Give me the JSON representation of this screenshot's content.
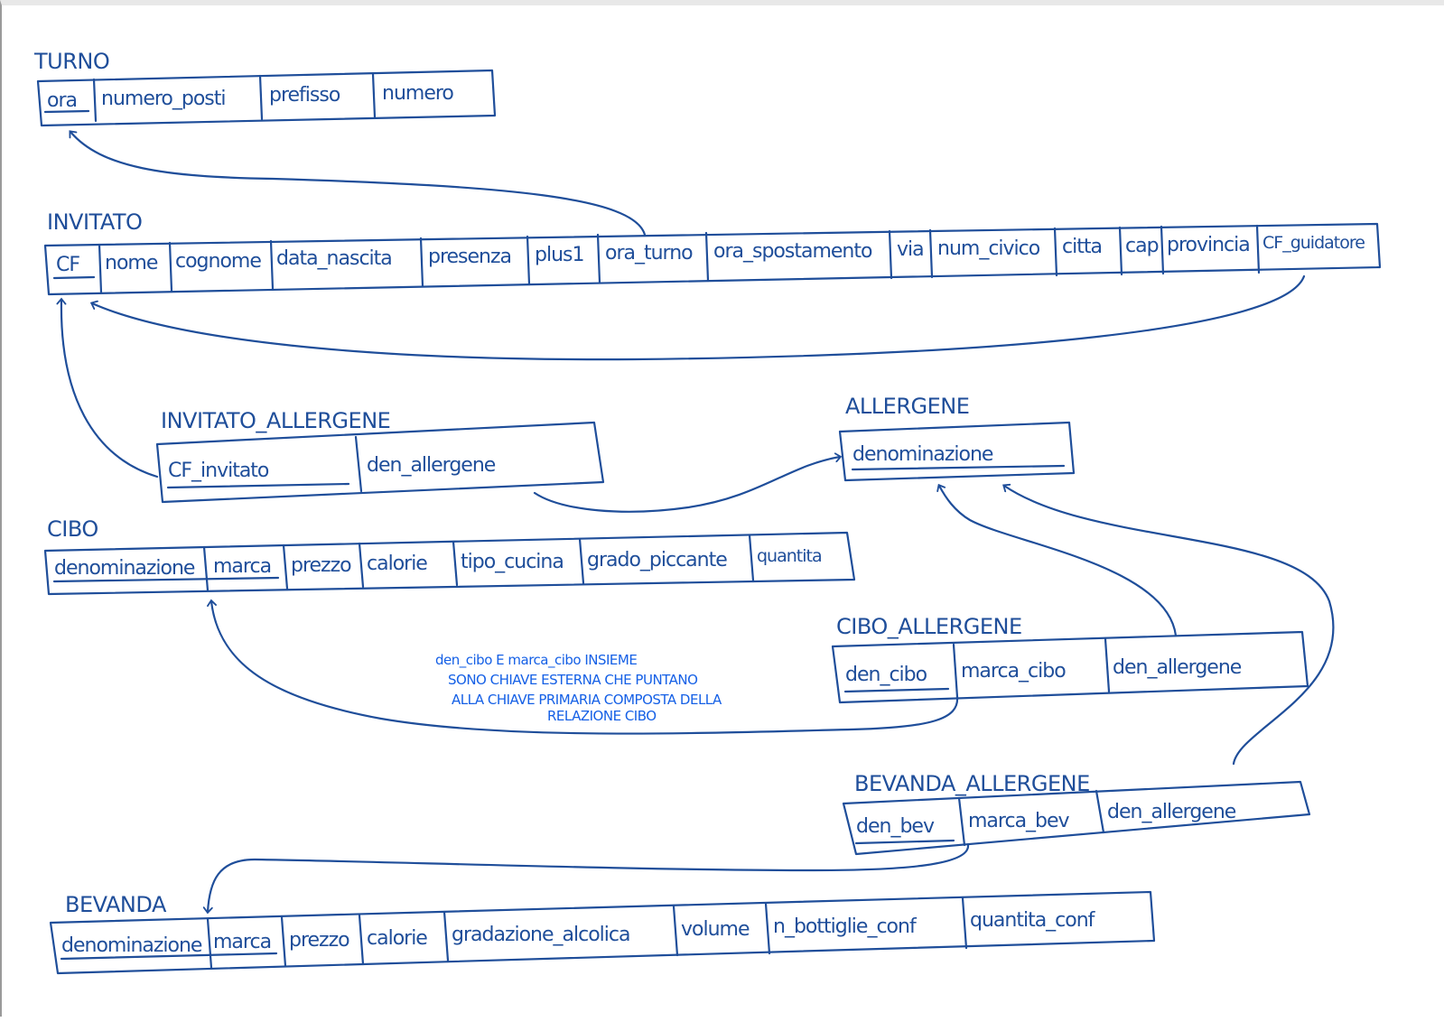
{
  "colors": {
    "ink": "#1f4e9a",
    "note": "#1560e6"
  },
  "relations": {
    "turno": {
      "name": "TURNO",
      "attributes": [
        "ora",
        "numero_posti",
        "prefisso",
        "numero"
      ],
      "primary_key": [
        "ora"
      ]
    },
    "invitato": {
      "name": "INVITATO",
      "attributes": [
        "CF",
        "nome",
        "cognome",
        "data_nascita",
        "presenza",
        "plus1",
        "ora_turno",
        "ora_spostamento",
        "via",
        "num_civico",
        "citta",
        "cap",
        "provincia",
        "CF_guidatore"
      ],
      "primary_key": [
        "CF"
      ]
    },
    "invitato_allergene": {
      "name": "INVITATO_ALLERGENE",
      "attributes": [
        "CF_invitato",
        "den_allergene"
      ],
      "primary_key": [
        "CF_invitato"
      ]
    },
    "allergene": {
      "name": "ALLERGENE",
      "attributes": [
        "denominazione"
      ],
      "primary_key": [
        "denominazione"
      ]
    },
    "cibo": {
      "name": "CIBO",
      "attributes": [
        "denominazione",
        "marca",
        "prezzo",
        "calorie",
        "tipo_cucina",
        "grado_piccante",
        "quantita"
      ],
      "primary_key": [
        "denominazione",
        "marca"
      ]
    },
    "cibo_allergene": {
      "name": "CIBO_ALLERGENE",
      "attributes": [
        "den_cibo",
        "marca_cibo",
        "den_allergene"
      ],
      "primary_key": [
        "den_cibo"
      ]
    },
    "bevanda_allergene": {
      "name": "BEVANDA_ALLERGENE",
      "attributes": [
        "den_bev",
        "marca_bev",
        "den_allergene"
      ],
      "primary_key": [
        "den_bev"
      ]
    },
    "bevanda": {
      "name": "BEVANDA",
      "attributes": [
        "denominazione",
        "marca",
        "prezzo",
        "calorie",
        "gradazione_alcolica",
        "volume",
        "n_bottiglie_conf",
        "quantita_conf"
      ],
      "primary_key": [
        "denominazione",
        "marca"
      ]
    }
  },
  "annotation": {
    "lines": [
      "den_cibo E marca_cibo INSIEME",
      "SONO CHIAVE ESTERNA CHE PUNTANO",
      "ALLA CHIAVE PRIMARIA COMPOSTA DELLA",
      "RELAZIONE CIBO"
    ]
  },
  "references": [
    {
      "from": "invitato.ora_turno",
      "to": "turno.ora"
    },
    {
      "from": "invitato.CF_guidatore",
      "to": "invitato.CF"
    },
    {
      "from": "invitato_allergene.CF_invitato",
      "to": "invitato.CF"
    },
    {
      "from": "invitato_allergene.den_allergene",
      "to": "allergene.denominazione"
    },
    {
      "from": "cibo_allergene.den_allergene",
      "to": "allergene.denominazione"
    },
    {
      "from": "bevanda_allergene.den_allergene",
      "to": "allergene.denominazione"
    },
    {
      "from": "cibo_allergene.den_cibo+marca_cibo",
      "to": "cibo.denominazione+marca"
    },
    {
      "from": "bevanda_allergene.den_bev+marca_bev",
      "to": "bevanda.denominazione+marca"
    }
  ]
}
